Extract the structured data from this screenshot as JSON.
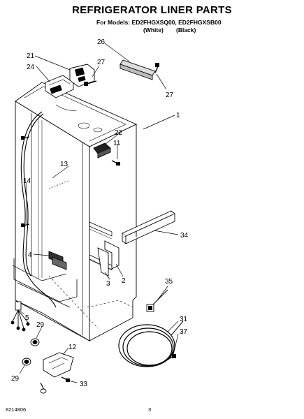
{
  "header": {
    "title": "REFRIGERATOR LINER PARTS",
    "models_line": "For Models: ED2FHGXSQ00, ED2FHGXSB00",
    "variant_white": "(White)",
    "variant_black": "(Black)"
  },
  "callouts": {
    "c26": "26",
    "c27a": "27",
    "c27b": "27",
    "c21": "21",
    "c24": "24",
    "c1": "1",
    "c22": "22",
    "c11": "11",
    "c13": "13",
    "c14": "14",
    "c34": "34",
    "c4": "4",
    "c3": "3",
    "c2": "2",
    "c35": "35",
    "c5": "5",
    "c29a": "29",
    "c31": "31",
    "c37": "37",
    "c12": "12",
    "c29b": "29",
    "c33": "33"
  },
  "footer": {
    "doc_number": "8214806",
    "page_number": "3"
  }
}
